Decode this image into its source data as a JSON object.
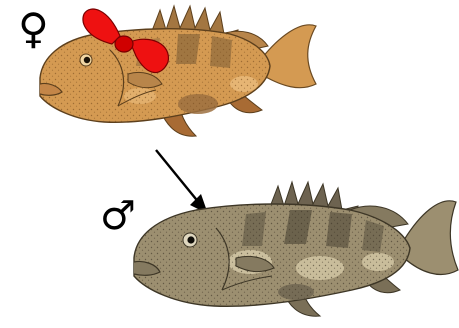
{
  "symbols": {
    "female": "♀",
    "male": "♂"
  },
  "colors": {
    "female_fish_body": "#d49a52",
    "female_fish_light": "#e8b878",
    "female_fish_band": "#8f6a3c",
    "bow": "#ee1111",
    "male_fish_body": "#9c8f70",
    "male_fish_light": "#d4c8a6",
    "male_fish_band": "#5f5643",
    "arrow": "#000000"
  },
  "icons": [
    "female-fish",
    "hair-bow",
    "transition-arrow",
    "male-fish"
  ]
}
